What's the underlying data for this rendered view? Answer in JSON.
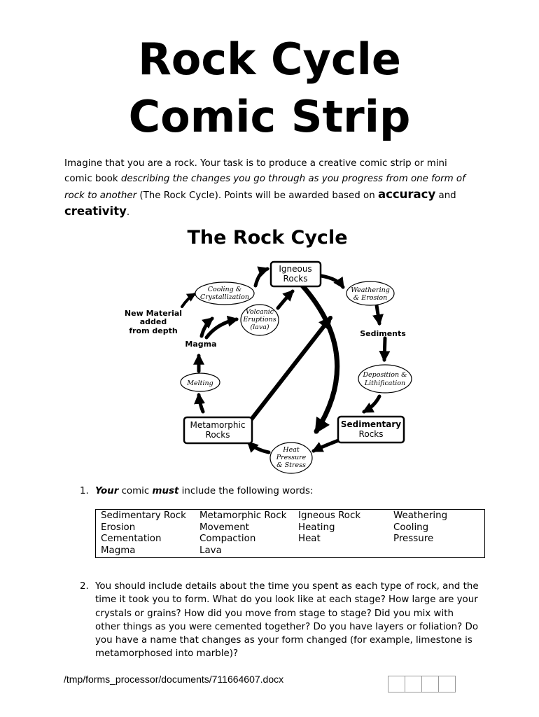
{
  "title": {
    "line1": "Rock Cycle",
    "line2": "Comic Strip"
  },
  "intro": {
    "p1": "Imagine that you are a rock.  Your task is to produce a creative comic strip or mini comic book ",
    "italic": "describing the changes you go through as you progress from one form of rock to another",
    "p2": " (The Rock Cycle).  Points will be awarded based on ",
    "accuracy": "accuracy",
    "and": " and ",
    "creativity": "creativity",
    "period": "."
  },
  "diagram": {
    "title": "The Rock Cycle",
    "igneous": [
      "Igneous",
      "Rocks"
    ],
    "sedimentary": [
      "Sedimentary",
      "Rocks"
    ],
    "metamorphic": [
      "Metamorphic",
      "Rocks"
    ],
    "cooling": [
      "Cooling &",
      "Crystallization"
    ],
    "weathering": [
      "Weathering",
      "& Erosion"
    ],
    "volcanic": [
      "Volcanic",
      "Eruptions",
      "(lava)"
    ],
    "deposition": [
      "Deposition &",
      "Lithification"
    ],
    "melting": "Melting",
    "heat": [
      "Heat",
      "Pressure",
      "& Stress"
    ],
    "sediments": "Sediments",
    "magma": "Magma",
    "new_material": [
      "New Material",
      "added",
      "from depth"
    ]
  },
  "q1": {
    "number": "1.",
    "your": "Your",
    "comic": " comic ",
    "must": "must",
    "rest": " include the following words:"
  },
  "words": {
    "rows": [
      [
        "Sedimentary Rock",
        "Metamorphic Rock",
        "Igneous Rock",
        "Weathering"
      ],
      [
        "Erosion",
        "Movement",
        "Heating",
        "Cooling"
      ],
      [
        "Cementation",
        "Compaction",
        "Heat",
        "Pressure"
      ],
      [
        "Magma",
        "Lava",
        "",
        ""
      ]
    ]
  },
  "q2": {
    "number": "2.",
    "text": "You should include details about the time you spent as each type of rock, and the time it took you to form.  What do you look like at each stage?  How large are your crystals or grains?  How did you move from stage to stage?  Did you mix with other things as you were cemented together?  Do you have layers or foliation?  Do you have a name that changes as your form changed (for example, limestone is metamorphosed into marble)?"
  },
  "footer": {
    "path": "/tmp/forms_processor/documents/711664607.docx"
  }
}
